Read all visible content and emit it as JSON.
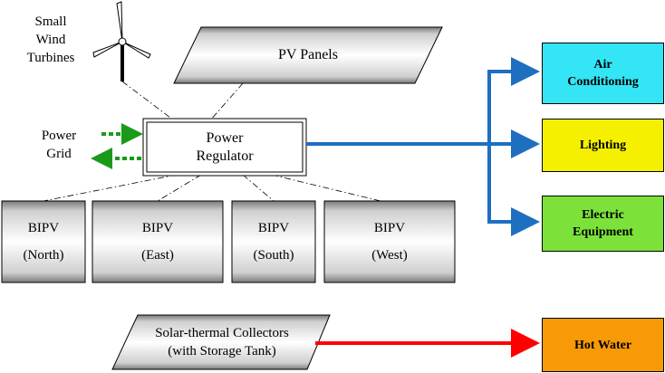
{
  "sources": {
    "wind": [
      "Small",
      "Wind",
      "Turbines"
    ],
    "pv_panels": "PV Panels",
    "grid": [
      "Power",
      "Grid"
    ],
    "regulator": [
      "Power",
      "Regulator"
    ],
    "bipv": [
      {
        "line1": "BIPV",
        "line2": "(North)"
      },
      {
        "line1": "BIPV",
        "line2": "(East)"
      },
      {
        "line1": "BIPV",
        "line2": "(South)"
      },
      {
        "line1": "BIPV",
        "line2": "(West)"
      }
    ],
    "solar_thermal": [
      "Solar-thermal Collectors",
      "(with Storage Tank)"
    ]
  },
  "loads": [
    {
      "lines": [
        "Air",
        "Conditioning"
      ],
      "color": "#33e5f5"
    },
    {
      "lines": [
        "Lighting"
      ],
      "color": "#f5f000"
    },
    {
      "lines": [
        "Electric",
        "Equipment"
      ],
      "color": "#7ce23a"
    },
    {
      "lines": [
        "Hot Water"
      ],
      "color": "#f89a08"
    }
  ],
  "colors": {
    "electric_flow": "#1f6fc0",
    "heat_flow": "#ff0000",
    "grid_flow": "#1a9a1a"
  }
}
